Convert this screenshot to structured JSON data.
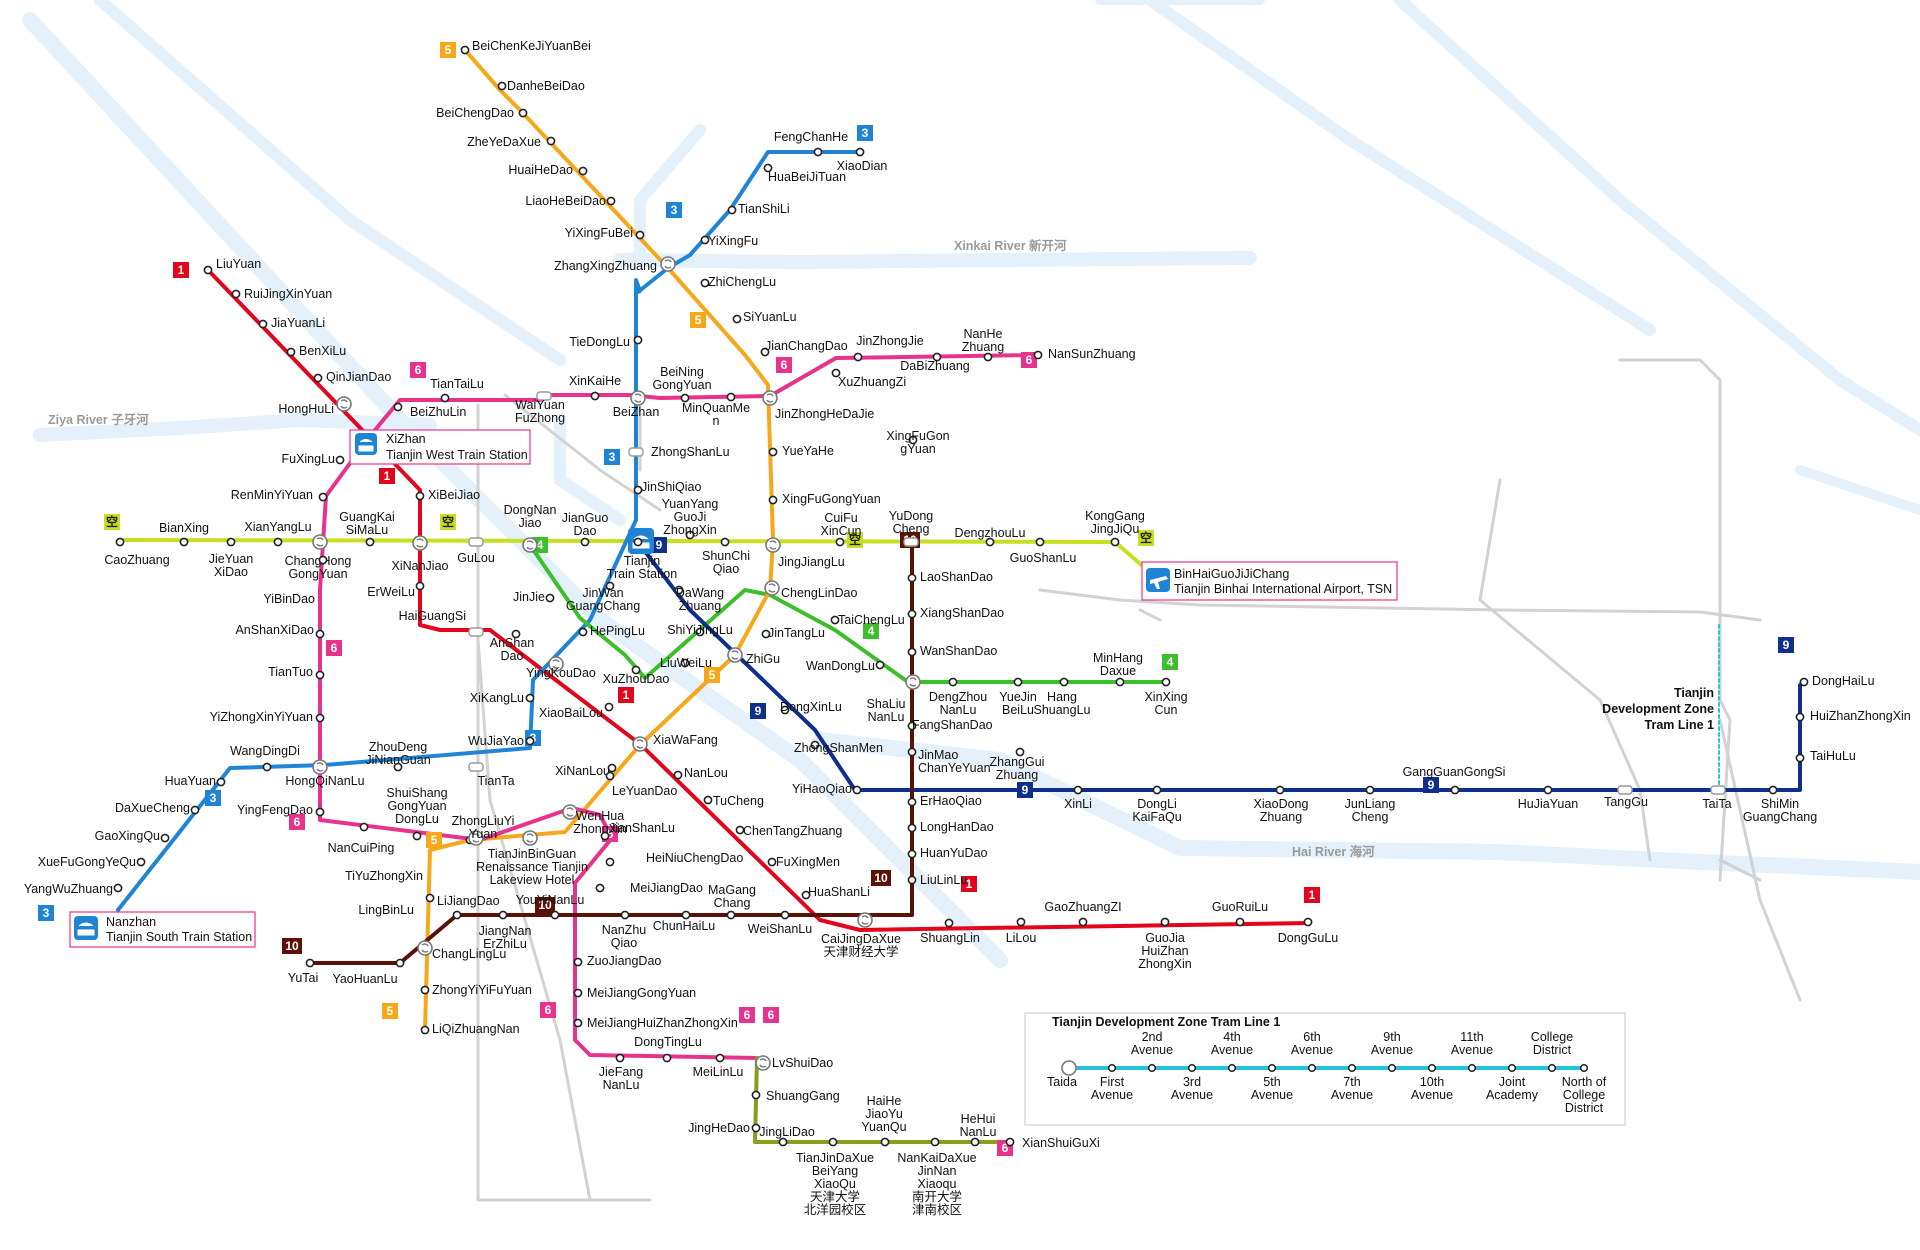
{
  "rivers": [
    {
      "key": "ziya",
      "label": "Ziya River 子牙河"
    },
    {
      "key": "xinkai",
      "label": "Xinkai River 新开河"
    },
    {
      "key": "hai",
      "label": "Hai River 海河"
    }
  ],
  "lines": [
    {
      "id": "1",
      "color": "#e3051b",
      "badge": "1"
    },
    {
      "id": "2",
      "color": "#c7df1f",
      "badge": "空"
    },
    {
      "id": "3",
      "color": "#1f84d6",
      "badge": "3"
    },
    {
      "id": "4",
      "color": "#3cbf2a",
      "badge": "4"
    },
    {
      "id": "5",
      "color": "#f6a81a",
      "badge": "5"
    },
    {
      "id": "6",
      "color": "#e8338d",
      "badge": "6"
    },
    {
      "id": "6b",
      "color": "#8a9d1c",
      "badge": "6"
    },
    {
      "id": "9",
      "color": "#0f2f8c",
      "badge": "9"
    },
    {
      "id": "10",
      "color": "#5a1208",
      "badge": "10"
    },
    {
      "id": "tram",
      "color": "#28c3d8",
      "badge": ""
    }
  ],
  "hubs": [
    {
      "key": "xizhan",
      "line1": "XiZhan",
      "line2": "Tianjin West Train Station"
    },
    {
      "key": "nanzhan",
      "line1": "Nanzhan",
      "line2": "Tianjin South Train Station"
    },
    {
      "key": "airport",
      "line1": "BinHaiGuoJiJiChang",
      "line2": "Tianjin Binhai International Airport, TSN"
    }
  ],
  "tram_label": {
    "line1": "Tianjin",
    "line2": "Development Zone",
    "line3": "Tram Line 1"
  },
  "tram_panel": {
    "title": "Tianjin Development Zone Tram Line 1",
    "stations": [
      {
        "key": "taida",
        "lines": [
          "Taida"
        ]
      },
      {
        "key": "s1",
        "lines": [
          "First",
          "Avenue"
        ]
      },
      {
        "key": "s2",
        "lines": [
          "2nd",
          "Avenue"
        ]
      },
      {
        "key": "s3",
        "lines": [
          "3rd",
          "Avenue"
        ]
      },
      {
        "key": "s4",
        "lines": [
          "4th",
          "Avenue"
        ]
      },
      {
        "key": "s5",
        "lines": [
          "5th",
          "Avenue"
        ]
      },
      {
        "key": "s6",
        "lines": [
          "6th",
          "Avenue"
        ]
      },
      {
        "key": "s7",
        "lines": [
          "7th",
          "Avenue"
        ]
      },
      {
        "key": "s9",
        "lines": [
          "9th",
          "Avenue"
        ]
      },
      {
        "key": "s10",
        "lines": [
          "10th",
          "Avenue"
        ]
      },
      {
        "key": "s11",
        "lines": [
          "11th",
          "Avenue"
        ]
      },
      {
        "key": "s12",
        "lines": [
          "Joint",
          "Academy"
        ]
      },
      {
        "key": "s13",
        "lines": [
          "College",
          "District"
        ]
      },
      {
        "key": "s14",
        "lines": [
          "North of",
          "College",
          "District"
        ]
      }
    ]
  },
  "stations": [
    {
      "key": "LiuYuan",
      "lines": [
        "LiuYuan"
      ]
    },
    {
      "key": "RuiJingXinYuan",
      "lines": [
        "RuiJingXinYuan"
      ]
    },
    {
      "key": "JiaYuanLi",
      "lines": [
        "JiaYuanLi"
      ]
    },
    {
      "key": "BenXiLu",
      "lines": [
        "BenXiLu"
      ]
    },
    {
      "key": "QinJianDao",
      "lines": [
        "QinJianDao"
      ]
    },
    {
      "key": "HongHuLi",
      "lines": [
        "HongHuLi"
      ]
    },
    {
      "key": "XiBeiJiao",
      "lines": [
        "XiBeiJiao"
      ]
    },
    {
      "key": "XiNanJiao",
      "lines": [
        "XiNanJiao"
      ]
    },
    {
      "key": "ErWeiLu",
      "lines": [
        "ErWeiLu"
      ]
    },
    {
      "key": "HaiGuangSi",
      "lines": [
        "HaiGuangSi"
      ]
    },
    {
      "key": "AnShanDao",
      "lines": [
        "AnShan",
        "Dao"
      ]
    },
    {
      "key": "YingKouDao",
      "lines": [
        "YingKouDao"
      ]
    },
    {
      "key": "XiaoBaiLou",
      "lines": [
        "XiaoBaiLou"
      ]
    },
    {
      "key": "XiaWaFang",
      "lines": [
        "XiaWaFang"
      ]
    },
    {
      "key": "NanLou",
      "lines": [
        "NanLou"
      ]
    },
    {
      "key": "TuCheng",
      "lines": [
        "TuCheng"
      ]
    },
    {
      "key": "ChenTangZhuang",
      "lines": [
        "ChenTangZhuang"
      ]
    },
    {
      "key": "FuXingMen",
      "lines": [
        "FuXingMen"
      ]
    },
    {
      "key": "HuaShanLi",
      "lines": [
        "HuaShanLi"
      ]
    },
    {
      "key": "CaiJingDaXue",
      "lines": [
        "CaiJingDaXue",
        "天津财经大学"
      ]
    },
    {
      "key": "ShuangLin",
      "lines": [
        "ShuangLin"
      ]
    },
    {
      "key": "LiLou",
      "lines": [
        "LiLou"
      ]
    },
    {
      "key": "GaoZhuangZI",
      "lines": [
        "GaoZhuangZI"
      ]
    },
    {
      "key": "GuoJiaHuiZhanZhongXin",
      "lines": [
        "GuoJia",
        "HuiZhan",
        "ZhongXin"
      ]
    },
    {
      "key": "GuoRuiLu",
      "lines": [
        "GuoRuiLu"
      ]
    },
    {
      "key": "DongGuLu",
      "lines": [
        "DongGuLu"
      ]
    },
    {
      "key": "CaoZhuang",
      "lines": [
        "CaoZhuang"
      ]
    },
    {
      "key": "BianXing",
      "lines": [
        "BianXing"
      ]
    },
    {
      "key": "JieYuanXiDao",
      "lines": [
        "JieYuan",
        "XiDao"
      ]
    },
    {
      "key": "XianYangLu",
      "lines": [
        "XianYangLu"
      ]
    },
    {
      "key": "ChangHongGongYuan",
      "lines": [
        "ChangHong",
        "GongYuan"
      ]
    },
    {
      "key": "GuangKaiSiMaLu",
      "lines": [
        "GuangKai",
        "SiMaLu"
      ]
    },
    {
      "key": "GuLou",
      "lines": [
        "GuLou"
      ]
    },
    {
      "key": "DongNanJiao",
      "lines": [
        "DongNan",
        "Jiao"
      ]
    },
    {
      "key": "JianGuoDao",
      "lines": [
        "JianGuo",
        "Dao"
      ]
    },
    {
      "key": "TianjinStation",
      "lines": [
        "Tianjin",
        "Train Station"
      ]
    },
    {
      "key": "ShunChiQiao",
      "lines": [
        "ShunChi",
        "Qiao"
      ]
    },
    {
      "key": "JingJiangLu",
      "lines": [
        "JingJiangLu"
      ]
    },
    {
      "key": "CuiFuXinCun",
      "lines": [
        "CuiFu",
        "XinCun"
      ]
    },
    {
      "key": "YuDongCheng",
      "lines": [
        "YuDong",
        "Cheng"
      ]
    },
    {
      "key": "DengzhouLu",
      "lines": [
        "DengzhouLu"
      ]
    },
    {
      "key": "GuoShanLu",
      "lines": [
        "GuoShanLu"
      ]
    },
    {
      "key": "KongGangJingJiQu",
      "lines": [
        "KongGang",
        "JingJiQu"
      ]
    },
    {
      "key": "FengChanHe",
      "lines": [
        "FengChanHe"
      ]
    },
    {
      "key": "XiaoDian",
      "lines": [
        "XiaoDian"
      ]
    },
    {
      "key": "HuaBeiJiTuan",
      "lines": [
        "HuaBeiJiTuan"
      ]
    },
    {
      "key": "TianShiLi",
      "lines": [
        "TianShiLi"
      ]
    },
    {
      "key": "YiXingFu",
      "lines": [
        "YiXingFu"
      ]
    },
    {
      "key": "ZhangXingZhuang",
      "lines": [
        "ZhangXingZhuang"
      ]
    },
    {
      "key": "TieDongLu",
      "lines": [
        "TieDongLu"
      ]
    },
    {
      "key": "BeiZhan",
      "lines": [
        "BeiZhan"
      ]
    },
    {
      "key": "ZhongShanLu",
      "lines": [
        "ZhongShanLu"
      ]
    },
    {
      "key": "JinShiQiao",
      "lines": [
        "JinShiQiao"
      ]
    },
    {
      "key": "JinWanGuangChang",
      "lines": [
        "JinWan",
        "GuangChang"
      ]
    },
    {
      "key": "HePingLu",
      "lines": [
        "HePingLu"
      ]
    },
    {
      "key": "XiKangLu",
      "lines": [
        "XiKangLu"
      ]
    },
    {
      "key": "WuJiaYao",
      "lines": [
        "WuJiaYao"
      ]
    },
    {
      "key": "TianTa",
      "lines": [
        "TianTa"
      ]
    },
    {
      "key": "ZhouDengJiNianGuan",
      "lines": [
        "ZhouDeng",
        "JiNianGuan"
      ]
    },
    {
      "key": "HongQiNanLu",
      "lines": [
        "HongQiNanLu"
      ]
    },
    {
      "key": "WangDingDi",
      "lines": [
        "WangDingDi"
      ]
    },
    {
      "key": "HuaYuan",
      "lines": [
        "HuaYuan"
      ]
    },
    {
      "key": "DaXueCheng",
      "lines": [
        "DaXueCheng"
      ]
    },
    {
      "key": "GaoXingQu",
      "lines": [
        "GaoXingQu"
      ]
    },
    {
      "key": "XueFuGongYeQu",
      "lines": [
        "XueFuGongYeQu"
      ]
    },
    {
      "key": "YangWuZhuang",
      "lines": [
        "YangWuZhuang"
      ]
    },
    {
      "key": "BeiChenKeJiYuanBei",
      "lines": [
        "BeiChenKeJiYuanBei"
      ]
    },
    {
      "key": "DanheBeiDao",
      "lines": [
        "DanheBeiDao"
      ]
    },
    {
      "key": "BeiChengDao",
      "lines": [
        "BeiChengDao"
      ]
    },
    {
      "key": "ZheYeDaXue",
      "lines": [
        "ZheYeDaXue"
      ]
    },
    {
      "key": "HuaiHeDao",
      "lines": [
        "HuaiHeDao"
      ]
    },
    {
      "key": "LiaoHeBeiDao",
      "lines": [
        "LiaoHeBeiDao"
      ]
    },
    {
      "key": "YiXingFuBei",
      "lines": [
        "YiXingFuBei"
      ]
    },
    {
      "key": "ZhiChengLu",
      "lines": [
        "ZhiChengLu"
      ]
    },
    {
      "key": "SiYuanLu",
      "lines": [
        "SiYuanLu"
      ]
    },
    {
      "key": "JianChangDao",
      "lines": [
        "JianChangDao"
      ]
    },
    {
      "key": "JinZhongHeDaJie",
      "lines": [
        "JinZhongHeDaJie"
      ]
    },
    {
      "key": "YueYaHe",
      "lines": [
        "YueYaHe"
      ]
    },
    {
      "key": "XingFuGongYuan",
      "lines": [
        "XingFuGongYuan"
      ]
    },
    {
      "key": "ChengLinDao",
      "lines": [
        "ChengLinDao"
      ]
    },
    {
      "key": "JinTangLu",
      "lines": [
        "JinTangLu"
      ]
    },
    {
      "key": "ZhiGu",
      "lines": [
        "ZhiGu"
      ]
    },
    {
      "key": "XiNanLou",
      "lines": [
        "XiNanLou"
      ]
    },
    {
      "key": "LeYuanDao",
      "lines": [
        "LeYuanDao"
      ]
    },
    {
      "key": "TianJinBinGuan",
      "lines": [
        "TianJinBinGuan",
        "Renaissance Tianjin",
        "Lakeview Hotel"
      ]
    },
    {
      "key": "TiYuZhongXin",
      "lines": [
        "TiYuZhongXin"
      ]
    },
    {
      "key": "LiJiangDao",
      "lines": [
        "LiJiangDao"
      ]
    },
    {
      "key": "ChangLingLu",
      "lines": [
        "ChangLingLu"
      ]
    },
    {
      "key": "ZhongYiYiFuYuan",
      "lines": [
        "ZhongYiYiFuYuan"
      ]
    },
    {
      "key": "LiQiZhuangNan",
      "lines": [
        "LiQiZhuangNan"
      ]
    },
    {
      "key": "TianTaiLu",
      "lines": [
        "TianTaiLu"
      ]
    },
    {
      "key": "BeiZhuLin",
      "lines": [
        "BeiZhuLin"
      ]
    },
    {
      "key": "WaiYuanFuZhong",
      "lines": [
        "WaiYuan",
        "FuZhong"
      ]
    },
    {
      "key": "XinKaiHe",
      "lines": [
        "XinKaiHe"
      ]
    },
    {
      "key": "BeiNingGongYuan",
      "lines": [
        "BeiNing",
        "GongYuan"
      ]
    },
    {
      "key": "MinQuanMen",
      "lines": [
        "MinQuanMe",
        "n"
      ]
    },
    {
      "key": "XuZhuangZi",
      "lines": [
        "XuZhuangZi"
      ]
    },
    {
      "key": "JinZhongJie",
      "lines": [
        "JinZhongJie"
      ]
    },
    {
      "key": "DaBiZhuang",
      "lines": [
        "DaBiZhuang"
      ]
    },
    {
      "key": "NanHeZhuang",
      "lines": [
        "NanHe",
        "Zhuang"
      ]
    },
    {
      "key": "NanSunZhuang",
      "lines": [
        "NanSunZhuang"
      ]
    },
    {
      "key": "FuXingLu",
      "lines": [
        "FuXingLu"
      ]
    },
    {
      "key": "RenMinYiYuan",
      "lines": [
        "RenMinYiYuan"
      ]
    },
    {
      "key": "YiBinDao",
      "lines": [
        "YiBinDao"
      ]
    },
    {
      "key": "AnShanXiDao",
      "lines": [
        "AnShanXiDao"
      ]
    },
    {
      "key": "TianTuo",
      "lines": [
        "TianTuo"
      ]
    },
    {
      "key": "YiZhongXinYiYuan",
      "lines": [
        "YiZhongXinYiYuan"
      ]
    },
    {
      "key": "YingFengDao",
      "lines": [
        "YingFengDao"
      ]
    },
    {
      "key": "NanCuiPing",
      "lines": [
        "NanCuiPing"
      ]
    },
    {
      "key": "ShuiShangGongYuanDongLu",
      "lines": [
        "ShuiShang",
        "GongYuan",
        "DongLu"
      ]
    },
    {
      "key": "ZhongLiuYiYuan",
      "lines": [
        "ZhongLiuYi",
        "Yuan"
      ]
    },
    {
      "key": "WenHuaZhongXin",
      "lines": [
        "WenHua",
        "ZhongXin"
      ]
    },
    {
      "key": "JianShanLu",
      "lines": [
        "JianShanLu"
      ]
    },
    {
      "key": "HeiNiuChengDao",
      "lines": [
        "HeiNiuChengDao"
      ]
    },
    {
      "key": "MeiJiangDao",
      "lines": [
        "MeiJiangDao"
      ]
    },
    {
      "key": "ZuoJiangDao",
      "lines": [
        "ZuoJiangDao"
      ]
    },
    {
      "key": "MeiJiangGongYuan",
      "lines": [
        "MeiJiangGongYuan"
      ]
    },
    {
      "key": "MeiJiangHuiZhanZhongXin",
      "lines": [
        "MeiJiangHuiZhanZhongXin"
      ]
    },
    {
      "key": "DongTingLu",
      "lines": [
        "DongTingLu"
      ]
    },
    {
      "key": "JieFangNanLu",
      "lines": [
        "JieFang",
        "NanLu"
      ]
    },
    {
      "key": "MeiLinLu",
      "lines": [
        "MeiLinLu"
      ]
    },
    {
      "key": "LvShuiDao",
      "lines": [
        "LvShuiDao"
      ]
    },
    {
      "key": "ShuangGang",
      "lines": [
        "ShuangGang"
      ]
    },
    {
      "key": "JingHeDao",
      "lines": [
        "JingHeDao"
      ]
    },
    {
      "key": "JingLiDao",
      "lines": [
        "JingLiDao"
      ]
    },
    {
      "key": "TianJinDaXue",
      "lines": [
        "TianJinDaXue",
        "BeiYang",
        "XiaoQu",
        "天津大学",
        "北洋园校区"
      ]
    },
    {
      "key": "HaiHeJiaoYuYuanQu",
      "lines": [
        "HaiHe",
        "JiaoYu",
        "YuanQu"
      ]
    },
    {
      "key": "NanKaiDaXue",
      "lines": [
        "NanKaiDaXue",
        "JinNan",
        "Xiaoqu",
        "南开大学",
        "津南校区"
      ]
    },
    {
      "key": "HeHuiNanLu",
      "lines": [
        "HeHui",
        "NanLu"
      ]
    },
    {
      "key": "XianShuiGuXi",
      "lines": [
        "XianShuiGuXi"
      ]
    },
    {
      "key": "JinJie",
      "lines": [
        "JinJie"
      ]
    },
    {
      "key": "DaWangZhuang",
      "lines": [
        "DaWang",
        "Zhuang"
      ]
    },
    {
      "key": "ShiYiJingLu",
      "lines": [
        "ShiYiJingLu"
      ]
    },
    {
      "key": "LiuWeiLu",
      "lines": [
        "LiuWeiLu"
      ]
    },
    {
      "key": "XuZhouDao",
      "lines": [
        "XuZhouDao"
      ]
    },
    {
      "key": "TaiChengLu",
      "lines": [
        "TaiChengLu"
      ]
    },
    {
      "key": "WanDongLu",
      "lines": [
        "WanDongLu"
      ]
    },
    {
      "key": "ShaLiuNanLu",
      "lines": [
        "ShaLiu",
        "NanLu"
      ]
    },
    {
      "key": "DengZhouNanLu",
      "lines": [
        "DengZhou",
        "NanLu"
      ]
    },
    {
      "key": "YueJinBeiLu",
      "lines": [
        "YueJin",
        "BeiLu"
      ]
    },
    {
      "key": "HangShuangLu",
      "lines": [
        "Hang",
        "ShuangLu"
      ]
    },
    {
      "key": "MinHangDaxue",
      "lines": [
        "MinHang",
        "Daxue"
      ]
    },
    {
      "key": "XinXingCun",
      "lines": [
        "XinXing",
        "Cun"
      ]
    },
    {
      "key": "YuanYangGuoJiZhongXin",
      "lines": [
        "YuanYang",
        "GuoJi",
        "ZhongXin"
      ]
    },
    {
      "key": "DongXinLu",
      "lines": [
        "DongXinLu"
      ]
    },
    {
      "key": "ZhongShanMen",
      "lines": [
        "ZhongShanMen"
      ]
    },
    {
      "key": "YiHaoQiao",
      "lines": [
        "YiHaoQiao"
      ]
    },
    {
      "key": "XinLi",
      "lines": [
        "XinLi"
      ]
    },
    {
      "key": "DongLiKaiFaQu",
      "lines": [
        "DongLi",
        "KaiFaQu"
      ]
    },
    {
      "key": "XiaoDongZhuang",
      "lines": [
        "XiaoDong",
        "Zhuang"
      ]
    },
    {
      "key": "JunLiangCheng",
      "lines": [
        "JunLiang",
        "Cheng"
      ]
    },
    {
      "key": "GangGuanGongSi",
      "lines": [
        "GangGuanGongSi"
      ]
    },
    {
      "key": "HuJiaYuan",
      "lines": [
        "HuJiaYuan"
      ]
    },
    {
      "key": "TangGu",
      "lines": [
        "TangGu"
      ]
    },
    {
      "key": "TaiTa",
      "lines": [
        "TaiTa"
      ]
    },
    {
      "key": "ShiMinGuangChang",
      "lines": [
        "ShiMin",
        "GuangChang"
      ]
    },
    {
      "key": "TaiHuLu",
      "lines": [
        "TaiHuLu"
      ]
    },
    {
      "key": "HuiZhanZhongXin",
      "lines": [
        "HuiZhanZhongXin"
      ]
    },
    {
      "key": "DongHaiLu",
      "lines": [
        "DongHaiLu"
      ]
    },
    {
      "key": "XingFuGonGYuan",
      "lines": [
        "XingFuGon",
        "gYuan"
      ]
    },
    {
      "key": "LaoShanDao",
      "lines": [
        "LaoShanDao"
      ]
    },
    {
      "key": "XiangShanDao",
      "lines": [
        "XiangShanDao"
      ]
    },
    {
      "key": "WanShanDao",
      "lines": [
        "WanShanDao"
      ]
    },
    {
      "key": "FangShanDao",
      "lines": [
        "FangShanDao"
      ]
    },
    {
      "key": "JinMaoChanYeYuan",
      "lines": [
        "JinMao",
        "ChanYeYuan"
      ]
    },
    {
      "key": "ZhangGuiZhuang",
      "lines": [
        "ZhangGui",
        "Zhuang"
      ]
    },
    {
      "key": "ErHaoQiao",
      "lines": [
        "ErHaoQiao"
      ]
    },
    {
      "key": "LongHanDao",
      "lines": [
        "LongHanDao"
      ]
    },
    {
      "key": "HuanYuDao",
      "lines": [
        "HuanYuDao"
      ]
    },
    {
      "key": "LiuLinLu",
      "lines": [
        "LiuLinLu"
      ]
    },
    {
      "key": "MaGangChang",
      "lines": [
        "MaGang",
        "Chang"
      ]
    },
    {
      "key": "WeiShanLu",
      "lines": [
        "WeiShanLu"
      ]
    },
    {
      "key": "ChunHaiLu",
      "lines": [
        "ChunHaiLu"
      ]
    },
    {
      "key": "NanZhuQiao",
      "lines": [
        "NanZhu",
        "Qiao"
      ]
    },
    {
      "key": "YouYiNanLu",
      "lines": [
        "YouYiNanLu"
      ]
    },
    {
      "key": "JiangNanErZhiLu",
      "lines": [
        "JiangNan",
        "ErZhiLu"
      ]
    },
    {
      "key": "LingBinLu",
      "lines": [
        "LingBinLu"
      ]
    },
    {
      "key": "YaoHuanLu",
      "lines": [
        "YaoHuanLu"
      ]
    },
    {
      "key": "YuTai",
      "lines": [
        "YuTai"
      ]
    }
  ]
}
